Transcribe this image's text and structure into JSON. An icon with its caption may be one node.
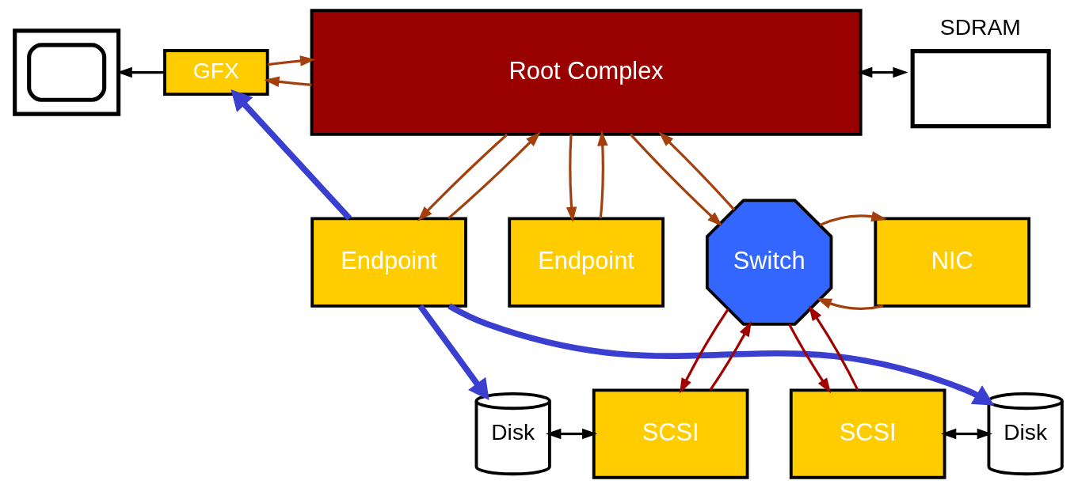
{
  "diagram": {
    "nodes": [
      {
        "text": [],
        "shape": "picture"
      },
      {
        "text": [
          "GFX"
        ]
      },
      {
        "text": [
          "Root Complex"
        ]
      },
      {
        "text": [
          "SDRAM"
        ]
      },
      {
        "text": [
          "Endpoint"
        ]
      },
      {
        "text": [
          "Endpoint"
        ]
      },
      {
        "text": [
          "Switch"
        ]
      },
      {
        "text": [
          "NIC"
        ]
      },
      {
        "text": [
          "Disk"
        ]
      },
      {
        "text": [
          "SCSI"
        ]
      },
      {
        "text": [
          "SCSI"
        ]
      },
      {
        "text": [
          "Disk"
        ]
      }
    ],
    "edges": [
      {
        "from": 1,
        "to": 0,
        "arrow": "to",
        "color": "#000000"
      },
      {
        "from": 2,
        "to": 1,
        "arrow": "to"
      },
      {
        "from": 1,
        "to": 2,
        "arrow": "to"
      },
      {
        "from": 2,
        "to": 3,
        "arrow": "both",
        "color": "#000000"
      },
      {
        "from": 2,
        "to": 4,
        "arrow": "to"
      },
      {
        "from": 4,
        "to": 2,
        "arrow": "to"
      },
      {
        "from": 2,
        "to": 5,
        "arrow": "to"
      },
      {
        "from": 5,
        "to": 2,
        "arrow": "to"
      },
      {
        "from": 2,
        "to": 6,
        "arrow": "to"
      },
      {
        "from": 6,
        "to": 2,
        "arrow": "to"
      },
      {
        "from": 7,
        "to": 6,
        "arrow": "to"
      },
      {
        "from": 6,
        "to": 7,
        "arrow": "to"
      },
      {
        "from": 6,
        "to": 9,
        "arrow": "to",
        "color": "#a00000"
      },
      {
        "from": 9,
        "to": 6,
        "arrow": "to",
        "color": "#a00000"
      },
      {
        "from": 6,
        "to": 10,
        "arrow": "to",
        "color": "#a00000"
      },
      {
        "from": 10,
        "to": 6,
        "arrow": "to",
        "color": "#a00000"
      },
      {
        "from": 8,
        "to": 9,
        "arrow": "both",
        "color": "#000000"
      },
      {
        "from": 10,
        "to": 11,
        "arrow": "both",
        "color": "#000000"
      },
      {
        "from": 4,
        "to": 1,
        "arrow": "to",
        "style": "thick",
        "color": "#3a3fd0"
      },
      {
        "from": 4,
        "to": 8,
        "arrow": "to",
        "style": "thick",
        "color": "#3a3fd0"
      },
      {
        "from": 4,
        "to": 11,
        "arrow": "to",
        "style": "thick",
        "color": "#3a3fd0"
      }
    ]
  }
}
